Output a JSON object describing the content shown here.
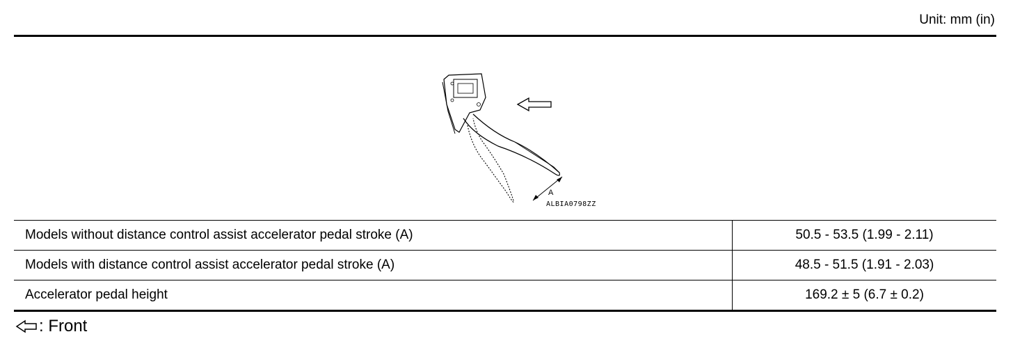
{
  "header": {
    "unit_label": "Unit: mm (in)"
  },
  "figure": {
    "code": "ALBIA0798ZZ",
    "dimension_label": "A",
    "arrow_icon": "front-arrow-icon"
  },
  "table": {
    "rows": [
      {
        "item": "Models without distance control assist accelerator pedal stroke (A)",
        "value": "50.5 - 53.5 (1.99 - 2.11)"
      },
      {
        "item": "Models with distance control assist accelerator pedal stroke (A)",
        "value": "48.5 - 51.5 (1.91 - 2.03)"
      },
      {
        "item": "Accelerator pedal height",
        "value": "169.2 ± 5 (6.7 ± 0.2)"
      }
    ]
  },
  "legend": {
    "icon": "left-arrow-icon",
    "text": ": Front"
  }
}
